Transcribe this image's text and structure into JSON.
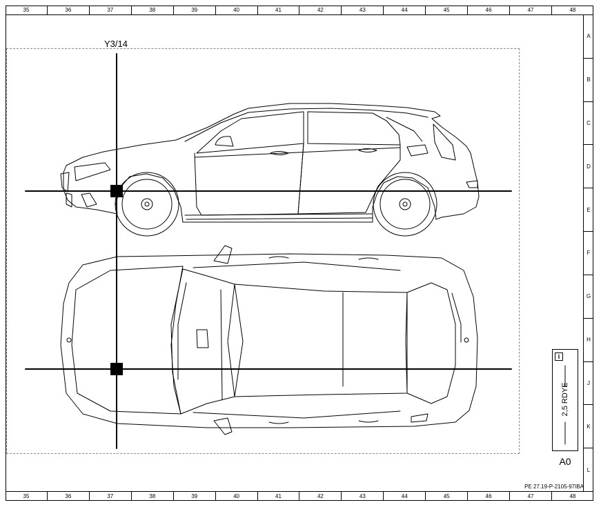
{
  "grid": {
    "columns": [
      "35",
      "36",
      "37",
      "38",
      "39",
      "40",
      "41",
      "42",
      "43",
      "44",
      "45",
      "46",
      "47",
      "48"
    ],
    "rows": [
      "A",
      "B",
      "C",
      "D",
      "E",
      "F",
      "G",
      "H",
      "J",
      "K",
      "L"
    ]
  },
  "connector": {
    "label": "Y3/14"
  },
  "ground_point": {
    "wire": "2,5 RDYE",
    "label": "A0",
    "icon": "info-icon"
  },
  "drawing_number": "PE 27.19-P-2105-97IBA"
}
